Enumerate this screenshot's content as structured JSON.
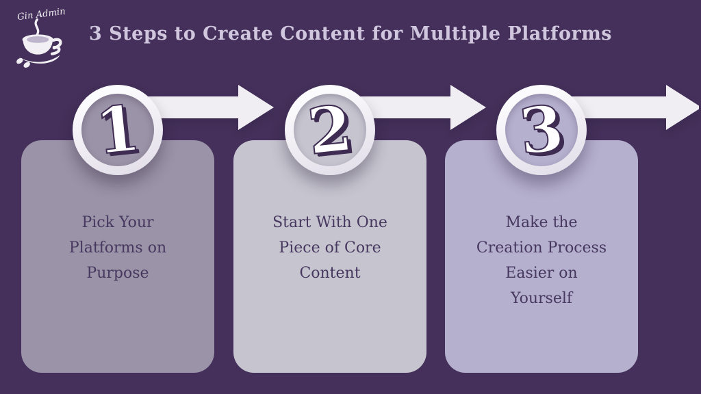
{
  "header": {
    "title": "3 Steps to Create Content for Multiple Platforms",
    "logo_text": "Gin Admin"
  },
  "steps": [
    {
      "number": "1",
      "label": "Pick Your\nPlatforms on\nPurpose",
      "card_color": "#9b93a7"
    },
    {
      "number": "2",
      "label": "Start With One\nPiece of Core\nContent",
      "card_color": "#c6c5cf"
    },
    {
      "number": "3",
      "label": "Make the\nCreation Process\nEasier on\nYourself",
      "card_color": "#b5b0ce"
    }
  ],
  "colors": {
    "background": "#44305a",
    "title_text": "#d0c6de",
    "card_text": "#473860",
    "arrow": "#f0eef3"
  }
}
